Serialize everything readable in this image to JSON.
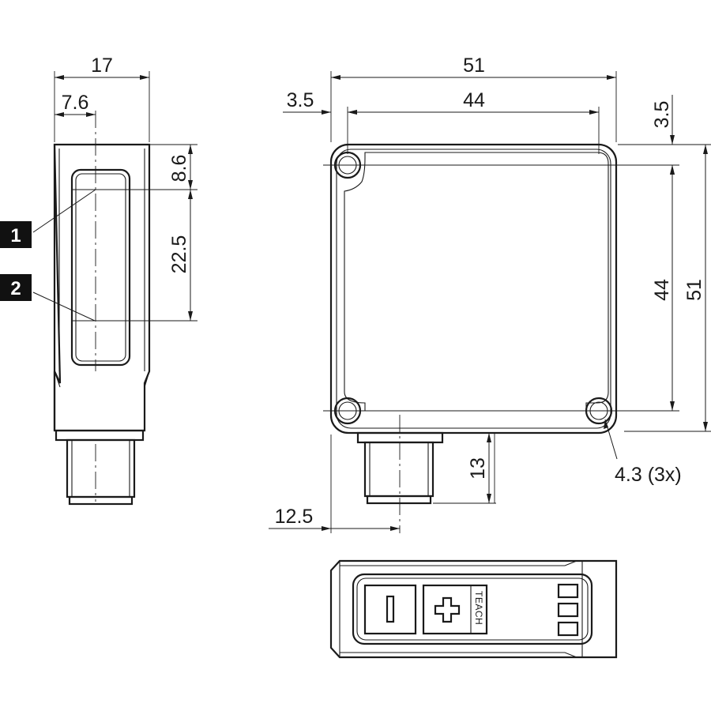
{
  "dimensions": {
    "side_width": "17",
    "side_optical_offset": "7.6",
    "side_top_offset": "8.6",
    "side_lens_spacing": "22.5",
    "front_width": "51",
    "front_hole_spacing_x": "44",
    "front_hole_offset_x": "3.5",
    "front_hole_offset_y": "3.5",
    "front_hole_spacing_y": "44",
    "front_height": "51",
    "connector_length": "13",
    "connector_offset": "12.5",
    "hole_diameter": "4.3 (3x)"
  },
  "callouts": [
    {
      "number": "1"
    },
    {
      "number": "2"
    }
  ],
  "buttons": {
    "minus_symbol": "−",
    "plus_symbol": "+",
    "teach_label": "TEACH"
  },
  "icons": {
    "minus_button": "minus-icon",
    "plus_button": "plus-icon",
    "led": "led-indicator-icon"
  },
  "colors": {
    "line": "#1a1a1a",
    "callout_fill": "#111111",
    "callout_text": "#ffffff",
    "background": "#ffffff"
  }
}
